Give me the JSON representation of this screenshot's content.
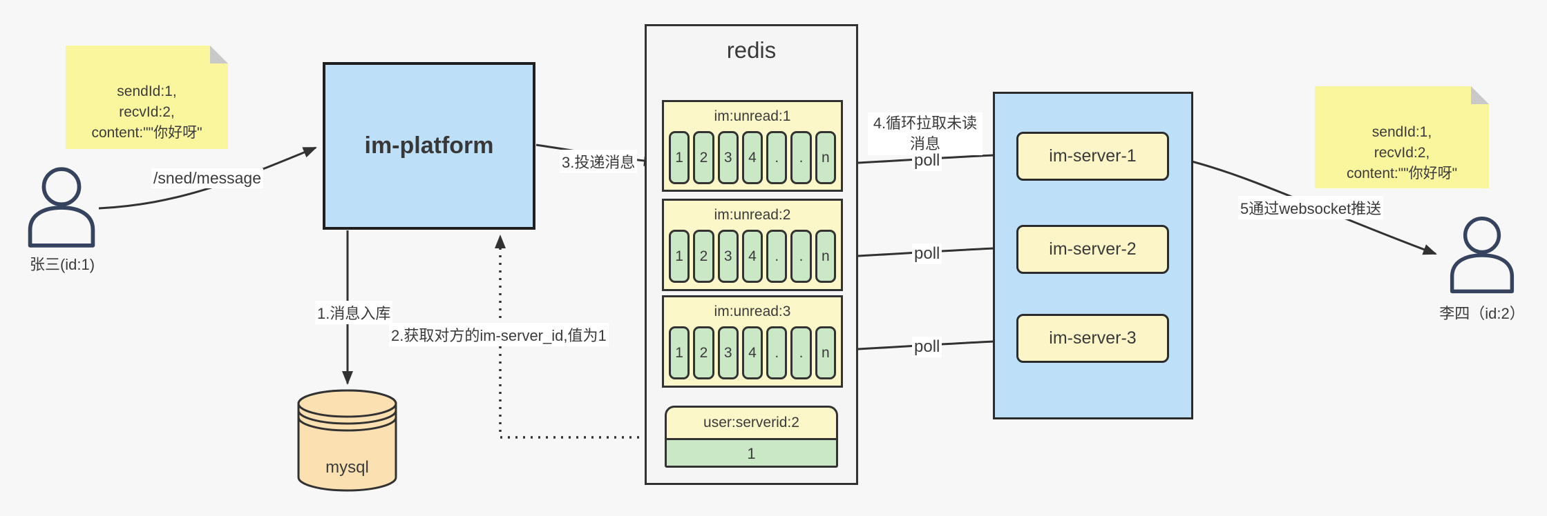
{
  "colors": {
    "background": "#f7f7f7",
    "note_yellow": "#faf69e",
    "node_blue": "#bde0f8",
    "queue_yellow": "#fcf7c8",
    "cell_green": "#cae8c5",
    "mysql_orange": "#fbe1b1",
    "stroke_dark": "#323232",
    "person_stroke": "#36435e"
  },
  "notes": {
    "left": {
      "text": "sendId:1,\nrecvId:2,\ncontent:\"\"你好呀\""
    },
    "right": {
      "text": "sendId:1,\nrecvId:2,\ncontent:\"\"你好呀\""
    }
  },
  "actors": {
    "sender": {
      "label": "张三(id:1)"
    },
    "receiver": {
      "label": "李四（id:2）"
    }
  },
  "nodes": {
    "platform": {
      "label": "im-platform"
    },
    "mysql": {
      "label": "mysql"
    },
    "redis": {
      "title": "redis",
      "queues": [
        {
          "title": "im:unread:1",
          "cells": [
            "1",
            "2",
            "3",
            "4",
            ".",
            ".",
            "n"
          ]
        },
        {
          "title": "im:unread:2",
          "cells": [
            "1",
            "2",
            "3",
            "4",
            ".",
            ".",
            "n"
          ]
        },
        {
          "title": "im:unread:3",
          "cells": [
            "1",
            "2",
            "3",
            "4",
            ".",
            ".",
            "n"
          ]
        }
      ],
      "kv": {
        "title": "user:serverid:2",
        "value": "1"
      }
    },
    "server_group": {
      "servers": [
        {
          "label": "im-server-1"
        },
        {
          "label": "im-server-2"
        },
        {
          "label": "im-server-3"
        }
      ]
    }
  },
  "edges": {
    "send": {
      "label": "/sned/message"
    },
    "store": {
      "label": "1.消息入库"
    },
    "lookup": {
      "label": "2.获取对方的im-server_id,值为1"
    },
    "deliver": {
      "label": "3.投递消息"
    },
    "pull": {
      "label": "4.循环拉取未读消息"
    },
    "poll": {
      "label": "poll"
    },
    "push": {
      "label": "5通过websocket推送"
    }
  }
}
